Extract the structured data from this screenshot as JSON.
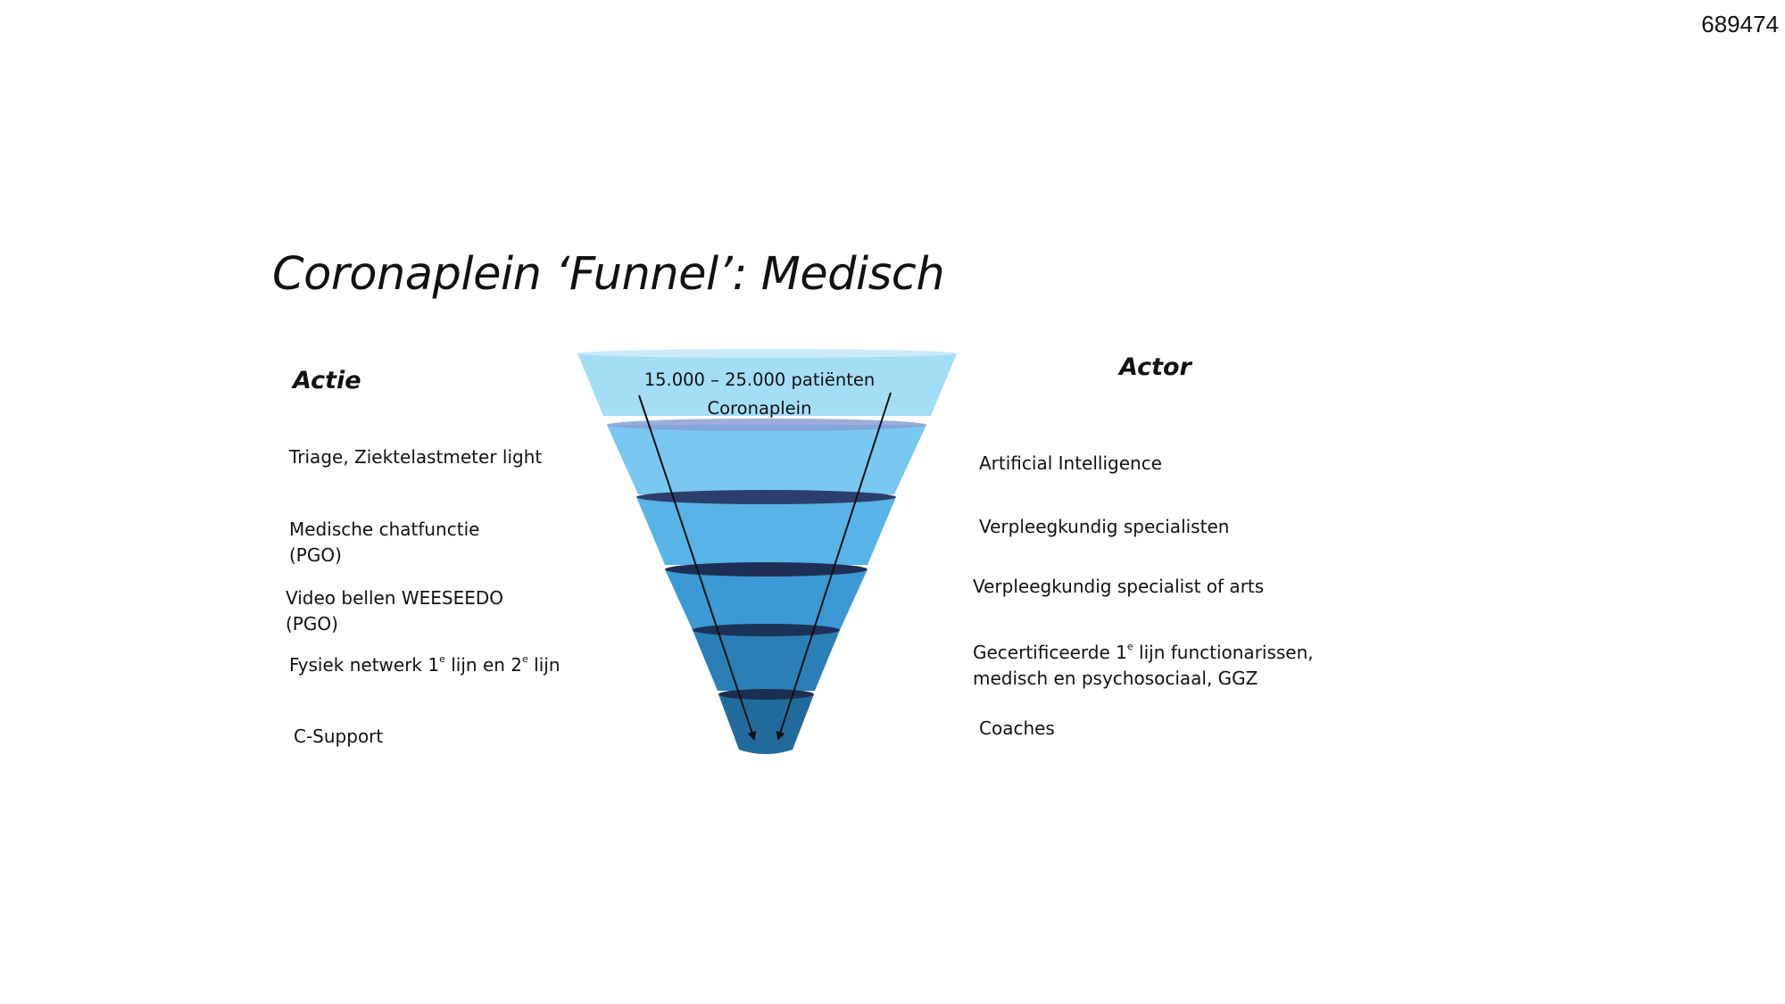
{
  "doc_id": "689474",
  "title": "Coronaplein ‘Funnel’: Medisch",
  "actie": {
    "heading": "Actie",
    "items": [
      {
        "line1": "Triage, Ziektelastmeter light",
        "line2": ""
      },
      {
        "line1": "Medische chatfunctie",
        "line2": "(PGO)"
      },
      {
        "line1": "Video bellen WEESEEDO",
        "line2": "(PGO)"
      },
      {
        "pre": "Fysiek netwerk 1",
        "sup1": "e",
        "mid": " lijn en 2",
        "sup2": "e",
        "post": " lijn"
      },
      {
        "line1": "C-Support",
        "line2": ""
      }
    ]
  },
  "actor": {
    "heading": "Actor",
    "items": [
      {
        "line1": "Artificial Intelligence",
        "line2": ""
      },
      {
        "line1": "Verpleegkundig specialisten",
        "line2": ""
      },
      {
        "line1": "Verpleegkundig specialist of arts",
        "line2": ""
      },
      {
        "pre": "Gecertificeerde 1",
        "sup": "e",
        "post": " lijn functionarissen,",
        "line2": "medisch en psychosociaal, GGZ"
      },
      {
        "line1": "Coaches",
        "line2": ""
      }
    ]
  },
  "funnel": {
    "top_line1": "15.000 – 25.000 patiënten",
    "top_line2": "Coronaplein",
    "colors": [
      "#a4ddf6",
      "#78c8f0",
      "#56b4e6",
      "#3b9ad4",
      "#2a7fb7",
      "#216b9c"
    ]
  }
}
